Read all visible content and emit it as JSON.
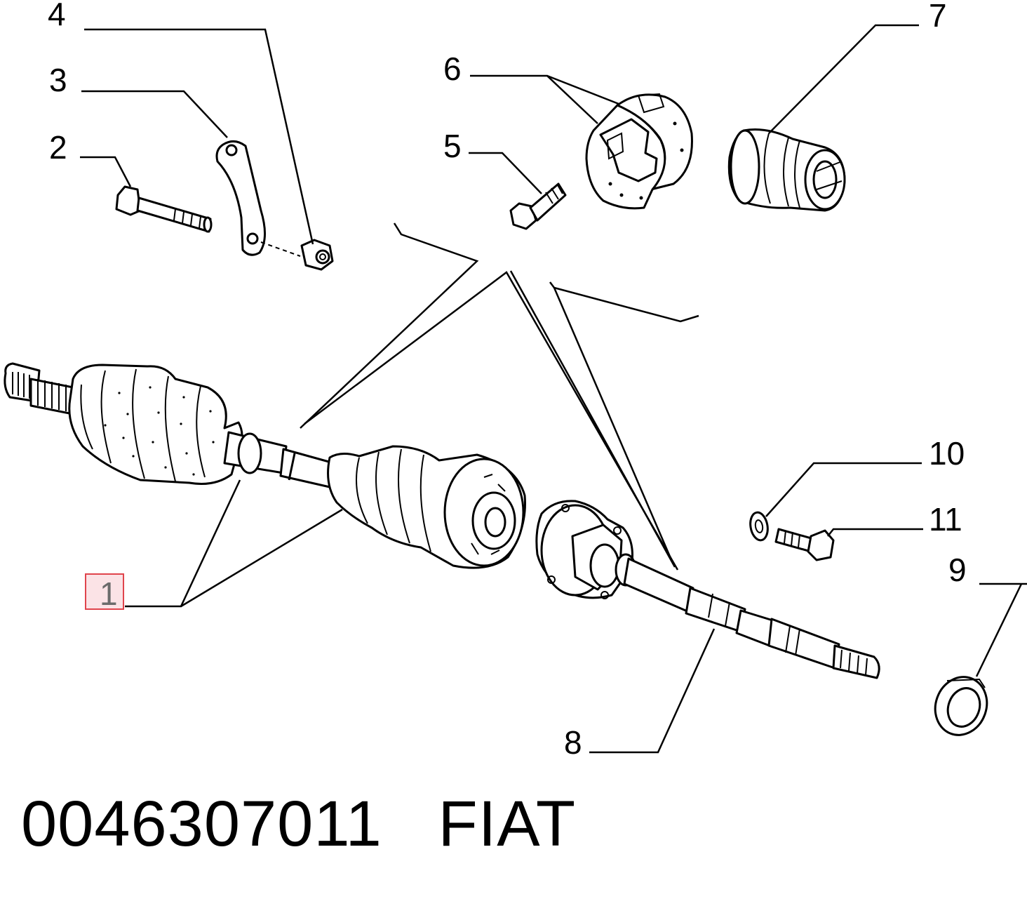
{
  "diagram": {
    "callouts": {
      "c1": "1",
      "c2": "2",
      "c3": "3",
      "c4": "4",
      "c5": "5",
      "c6": "6",
      "c7": "7",
      "c8": "8",
      "c9": "9",
      "c10": "10",
      "c11": "11"
    },
    "highlighted_callout": "1",
    "highlight_color": "#e0444c"
  },
  "caption": {
    "part_number": "0046307011",
    "brand": "FIAT"
  }
}
